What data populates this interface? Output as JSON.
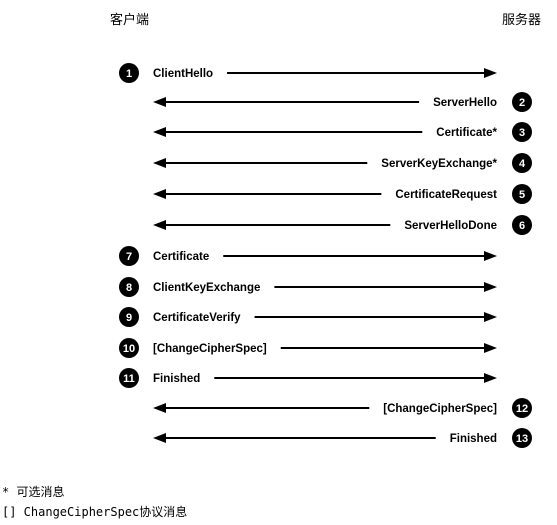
{
  "headers": {
    "client": "客户端",
    "server": "服务器"
  },
  "messages": [
    {
      "num": "1",
      "label": "ClientHello",
      "dir": "right"
    },
    {
      "num": "2",
      "label": "ServerHello",
      "dir": "left"
    },
    {
      "num": "3",
      "label": "Certificate*",
      "dir": "left"
    },
    {
      "num": "4",
      "label": "ServerKeyExchange*",
      "dir": "left"
    },
    {
      "num": "5",
      "label": "CertificateRequest",
      "dir": "left"
    },
    {
      "num": "6",
      "label": "ServerHelloDone",
      "dir": "left"
    },
    {
      "num": "7",
      "label": "Certificate",
      "dir": "right"
    },
    {
      "num": "8",
      "label": "ClientKeyExchange",
      "dir": "right"
    },
    {
      "num": "9",
      "label": "CertificateVerify",
      "dir": "right"
    },
    {
      "num": "10",
      "label": "[ChangeCipherSpec]",
      "dir": "right"
    },
    {
      "num": "11",
      "label": "Finished",
      "dir": "right"
    },
    {
      "num": "12",
      "label": "[ChangeCipherSpec]",
      "dir": "left"
    },
    {
      "num": "13",
      "label": "Finished",
      "dir": "left"
    }
  ],
  "notes": {
    "optional": "*  可选消息",
    "ccs": "[] ChangeCipherSpec协议消息"
  }
}
